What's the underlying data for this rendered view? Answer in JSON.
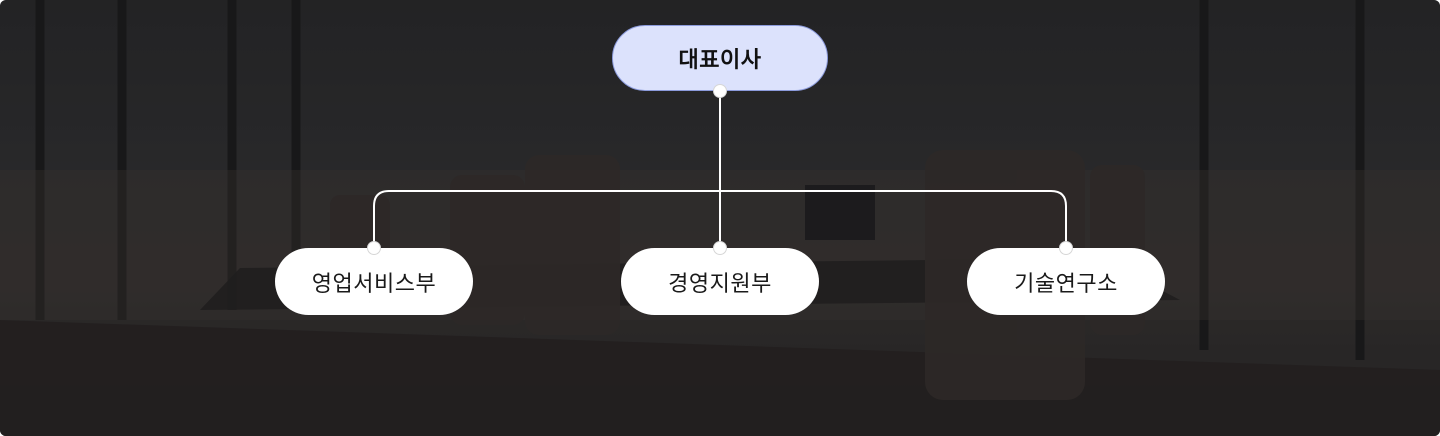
{
  "diagram": {
    "root": {
      "label": "대표이사",
      "fill_color": "#dce2fc",
      "border_color": "#8c9bdc"
    },
    "children": [
      {
        "label": "영업서비스부"
      },
      {
        "label": "경영지원부"
      },
      {
        "label": "기술연구소"
      }
    ],
    "connector_color": "#ffffff",
    "background": "dark conference room photo"
  }
}
